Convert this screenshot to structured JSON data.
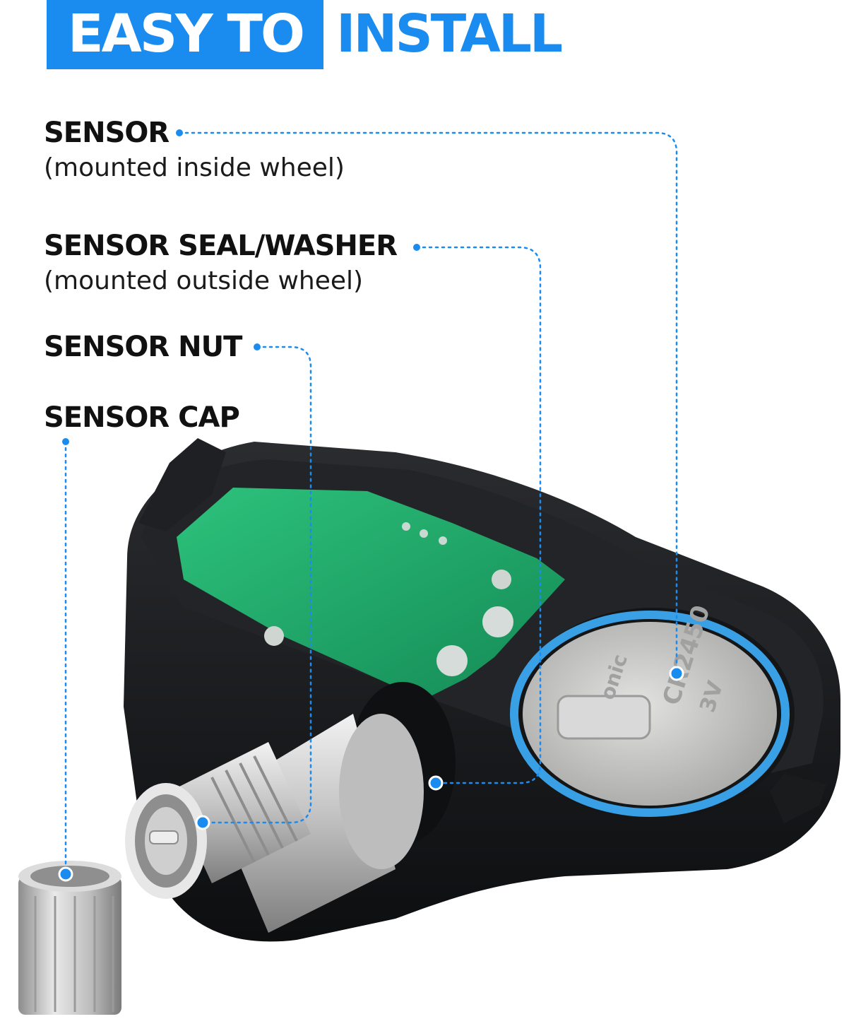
{
  "header": {
    "highlight": "EASY TO",
    "rest": "INSTALL"
  },
  "callouts": [
    {
      "title": "SENSOR",
      "subtitle": "(mounted inside wheel)"
    },
    {
      "title": "SENSOR SEAL/WASHER",
      "subtitle": "(mounted outside wheel)"
    },
    {
      "title": "SENSOR NUT"
    },
    {
      "title": "SENSOR CAP"
    }
  ],
  "battery_text": {
    "model": "CR2450",
    "voltage": "3V",
    "brand_fragment": "onic"
  },
  "colors": {
    "accent": "#1a8cf0",
    "pcb": "#1fae6a",
    "housing": "#1b1c1e",
    "seal_ring": "#3aa0e6"
  }
}
